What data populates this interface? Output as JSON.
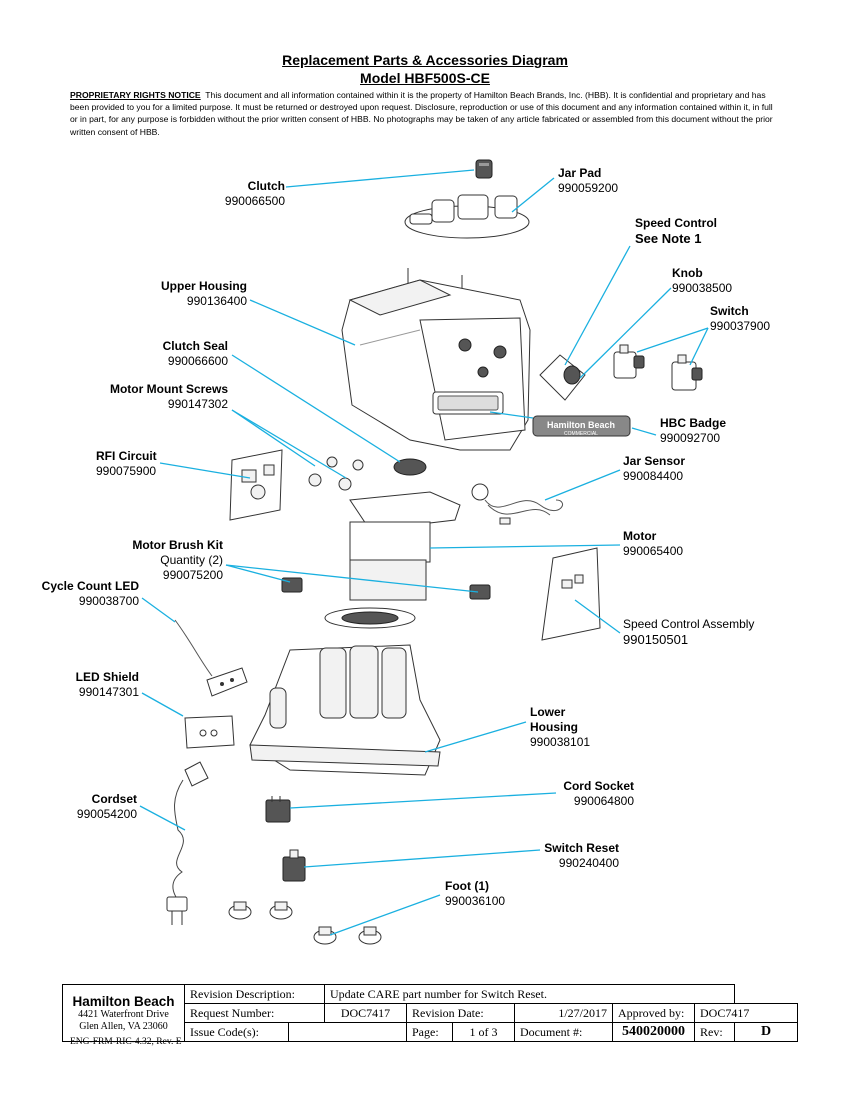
{
  "title": "Replacement Parts & Accessories Diagram",
  "model": "Model HBF500S-CE",
  "notice_heading": "PROPRIETARY RIGHTS NOTICE",
  "notice_text": "This document and all information contained within it is the property of Hamilton Beach Brands, Inc. (HBB).  It is confidential and proprietary and has been provided to you for a limited purpose.  It must be returned or destroyed upon request.  Disclosure, reproduction or use of this document and any information contained within it, in full or in part, for any purpose is forbidden without the prior written consent of HBB.  No photographs may be taken of any article fabricated or assembled from this document without the prior written consent of HBB.",
  "parts": {
    "clutch": {
      "name": "Clutch",
      "number": "990066500"
    },
    "jar_pad": {
      "name": "Jar Pad",
      "number": "990059200"
    },
    "speed_control": {
      "name": "Speed Control",
      "number": "See Note 1"
    },
    "knob": {
      "name": "Knob",
      "number": "990038500"
    },
    "switch": {
      "name": "Switch",
      "number": "990037900"
    },
    "upper_housing": {
      "name": "Upper Housing",
      "number": "990136400"
    },
    "clutch_seal": {
      "name": "Clutch Seal",
      "number": "990066600"
    },
    "motor_mount_screws": {
      "name": "Motor Mount Screws",
      "number": "990147302"
    },
    "hbc_badge": {
      "name": "HBC Badge",
      "number": "990092700"
    },
    "rfi_circuit": {
      "name": "RFI Circuit",
      "number": "990075900"
    },
    "jar_sensor": {
      "name": "Jar Sensor",
      "number": "990084400"
    },
    "motor_brush_kit": {
      "name": "Motor Brush Kit",
      "qty": "Quantity (2)",
      "number": "990075200"
    },
    "motor": {
      "name": "Motor",
      "number": "990065400"
    },
    "cycle_count_led": {
      "name": "Cycle Count LED",
      "number": "990038700"
    },
    "speed_control_assembly": {
      "name": "Speed Control Assembly",
      "number": "990150501"
    },
    "led_shield": {
      "name": "LED Shield",
      "number": "990147301"
    },
    "lower_housing": {
      "name1": "Lower",
      "name2": "Housing",
      "number": "990038101"
    },
    "cord_socket": {
      "name": "Cord Socket",
      "number": "990064800"
    },
    "cordset": {
      "name": "Cordset",
      "number": "990054200"
    },
    "switch_reset": {
      "name": "Switch Reset",
      "number": "990240400"
    },
    "foot": {
      "name": "Foot (1)",
      "number": "990036100"
    }
  },
  "badge_text": {
    "line1": "Hamilton Beach",
    "line2": "COMMERCIAL"
  },
  "title_block": {
    "company": "Hamilton Beach",
    "address1": "4421 Waterfront Drive",
    "address2": "Glen Allen, VA  23060",
    "rev_desc_label": "Revision Description:",
    "rev_desc_value": "Update CARE part number for Switch Reset.",
    "request_label": "Request Number:",
    "request_value": "DOC7417",
    "rev_date_label": "Revision Date:",
    "rev_date_value": "1/27/2017",
    "approved_label": "Approved by:",
    "approved_value": "DOC7417",
    "issue_label": "Issue Code(s):",
    "page_label": "Page:",
    "page_value": "1 of 3",
    "docnum_label": "Document #:",
    "docnum_value": "540020000",
    "rev_label": "Rev:",
    "rev_value": "D"
  },
  "footer": "ENG-FRM-RIC-4.32, Rev. E"
}
